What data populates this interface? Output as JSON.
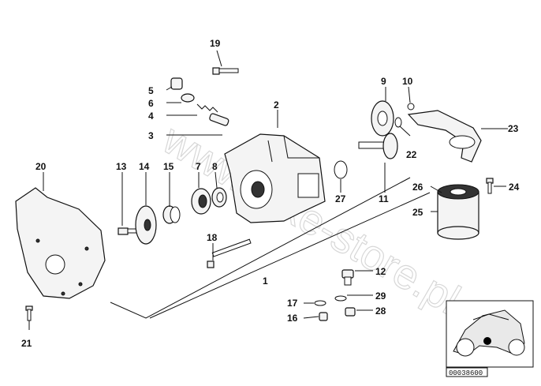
{
  "watermark": "www.bike-store.pl",
  "reference_number": "00038600",
  "callouts": {
    "c1": "1",
    "c2": "2",
    "c3": "3",
    "c4": "4",
    "c5": "5",
    "c6": "6",
    "c7": "7",
    "c8": "8",
    "c9": "9",
    "c10": "10",
    "c11": "11",
    "c12": "12",
    "c13": "13",
    "c14": "14",
    "c15": "15",
    "c16": "16",
    "c17": "17",
    "c18": "18",
    "c19": "19",
    "c20": "20",
    "c21": "21",
    "c22": "22",
    "c23": "23",
    "c24": "24",
    "c25": "25",
    "c26": "26",
    "c27": "27",
    "c28": "28",
    "c29": "29"
  }
}
